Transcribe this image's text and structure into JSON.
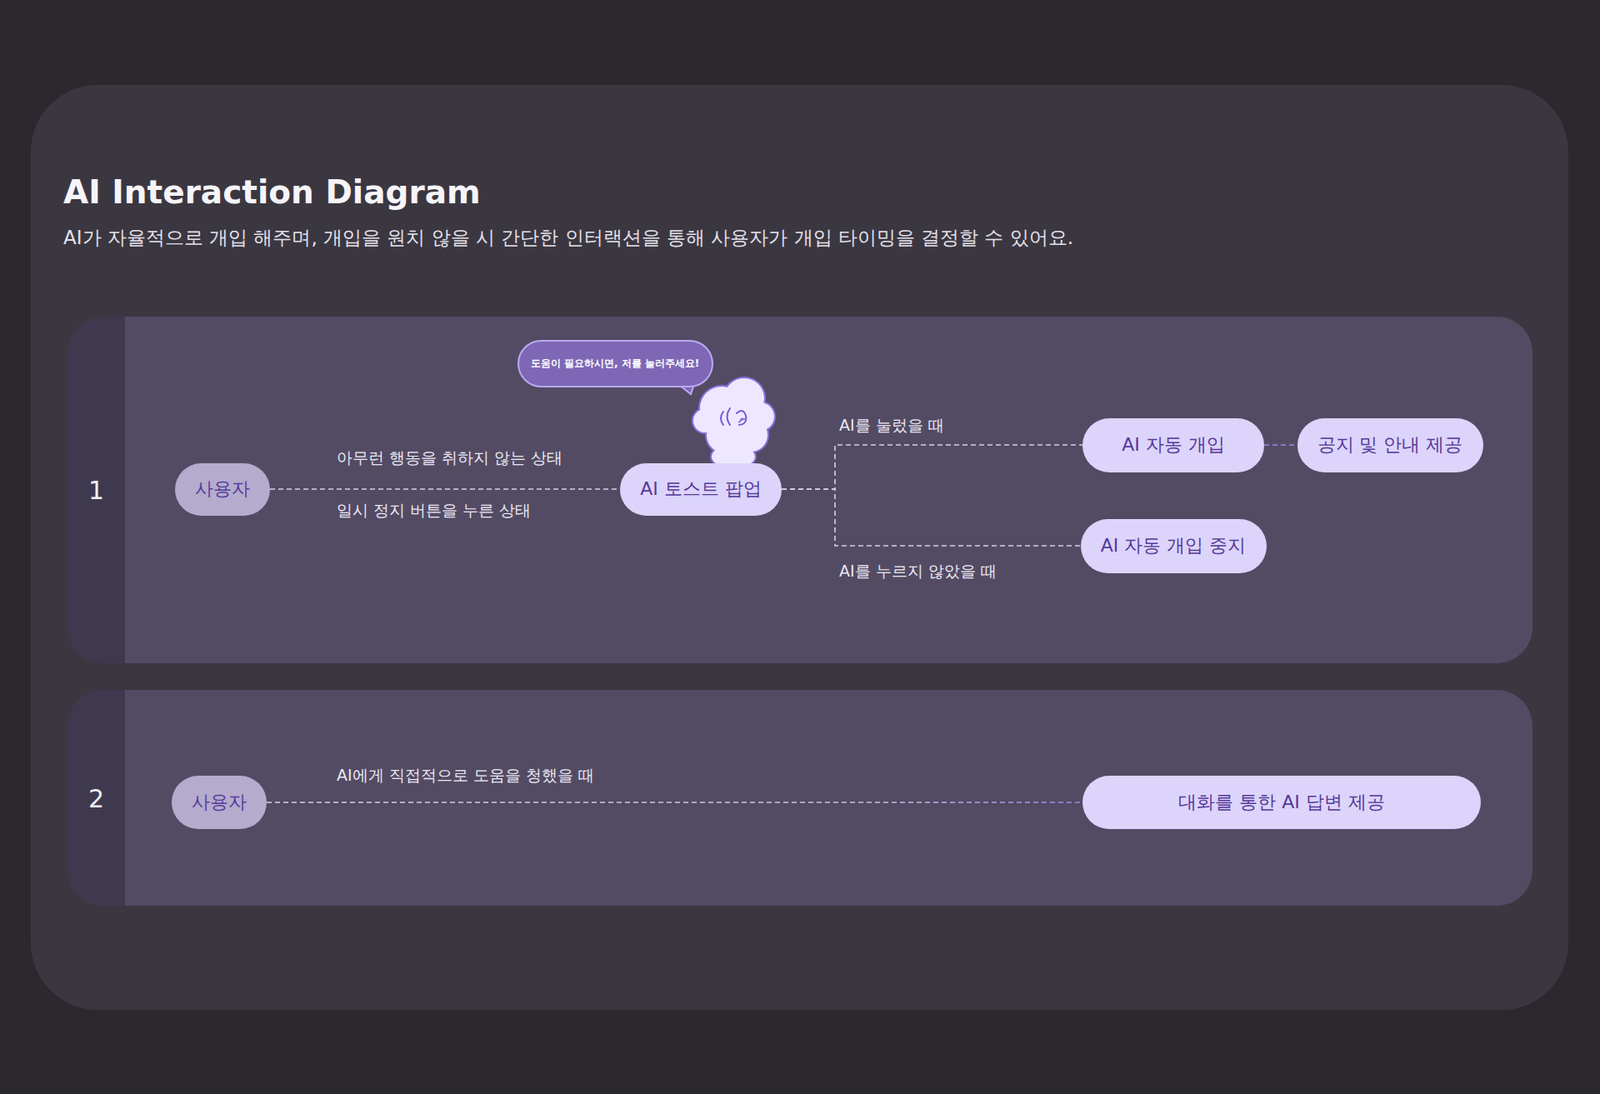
{
  "diagram": {
    "title": "AI Interaction Diagram",
    "caption": "AI가 자율적으로 개입 해주며, 개입을 원치 않을 시 간단한 인터랙션을 통해 사용자가 개입 타이밍을 결정할 수 있어요.",
    "nodes": [
      {
        "text": [
          "1"
        ]
      },
      {
        "text": [
          "사용자"
        ],
        "in": 0
      },
      {
        "text": [
          "도움이 필요하시면, 저를 눌러주세요!"
        ],
        "in": 0
      },
      {
        "text": [
          "AI 토스트 팝업"
        ],
        "in": 0
      },
      {
        "text": [
          "AI 자동 개입"
        ],
        "in": 0
      },
      {
        "text": [
          "공지 및 안내 제공"
        ],
        "in": 0
      },
      {
        "text": [
          "AI 자동 개입 중지"
        ],
        "in": 0
      },
      {
        "text": [
          "2"
        ]
      },
      {
        "text": [
          "사용자"
        ],
        "in": 7
      },
      {
        "text": [
          "대화를 통한 AI 답변 제공"
        ],
        "in": 7
      }
    ],
    "edges": [
      {
        "from": 1,
        "to": 3,
        "label": "아무런 행동을 취하지 않는 상태",
        "arrow": "none"
      },
      {
        "from": 3,
        "to": 4,
        "label": "AI를 눌렀을 때",
        "arrow": "none"
      },
      {
        "from": 3,
        "to": 6,
        "label": "AI를 누르지 않았을 때",
        "arrow": "none"
      },
      {
        "from": 4,
        "to": 5,
        "arrow": "none"
      },
      {
        "from": 8,
        "to": 9,
        "label": "AI에게 직접적으로 도움을 청했을 때",
        "arrow": "none"
      }
    ],
    "labels": [
      "일시 정지 버튼을 누른 상태"
    ]
  }
}
